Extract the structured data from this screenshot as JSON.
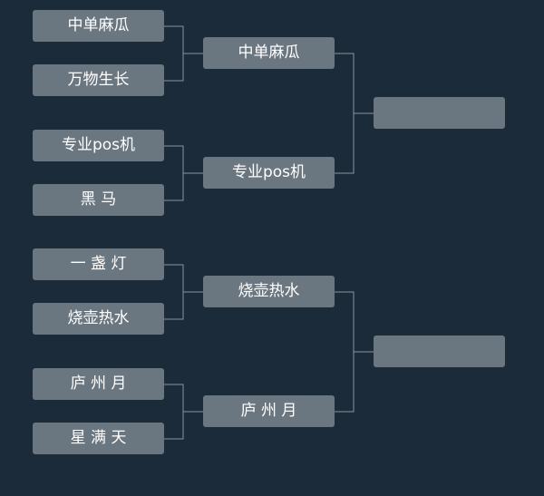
{
  "bracket": {
    "round1": [
      "中单麻瓜",
      "万物生长",
      "专业pos机",
      "黑 马",
      "一 盏 灯",
      "烧壶热水",
      "庐 州 月",
      "星 满 天"
    ],
    "round2": [
      "中单麻瓜",
      "专业pos机",
      "烧壶热水",
      "庐 州 月"
    ],
    "round3": [
      "",
      ""
    ]
  },
  "colors": {
    "background": "#1c2b3a",
    "box": "#6b7780",
    "line": "#8a949c",
    "text": "#ffffff"
  }
}
